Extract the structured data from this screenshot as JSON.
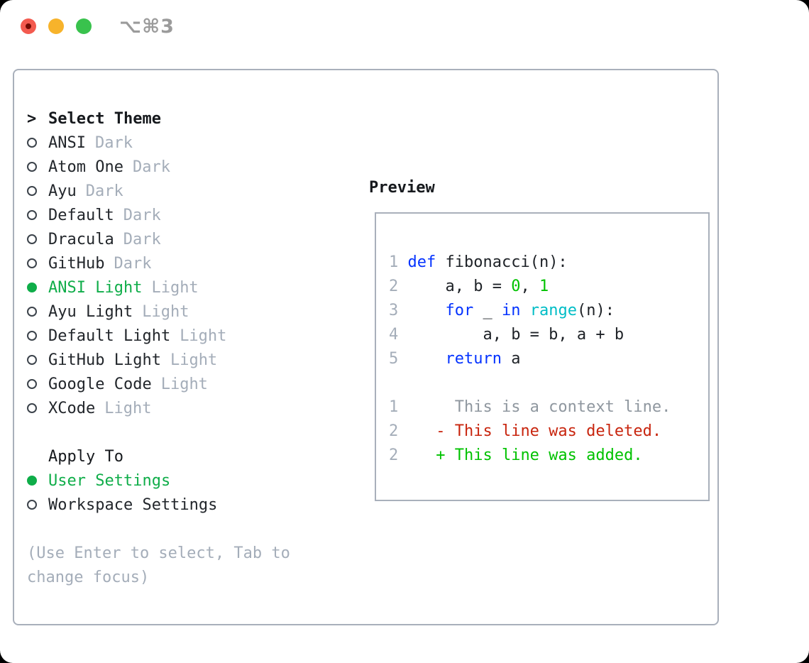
{
  "window": {
    "title": "⌥⌘3"
  },
  "titlebar": {
    "buttons": [
      {
        "name": "close",
        "color": "#f35a4f",
        "dot": "#730b04"
      },
      {
        "name": "minimize",
        "color": "#f7b32b"
      },
      {
        "name": "zoom",
        "color": "#39c24d"
      }
    ]
  },
  "left_pane": {
    "header": {
      "prompt": ">",
      "label": "Select Theme"
    },
    "themes": [
      {
        "name": "ANSI",
        "variant": "Dark",
        "selected": false
      },
      {
        "name": "Atom One",
        "variant": "Dark",
        "selected": false
      },
      {
        "name": "Ayu",
        "variant": "Dark",
        "selected": false
      },
      {
        "name": "Default",
        "variant": "Dark",
        "selected": false
      },
      {
        "name": "Dracula",
        "variant": "Dark",
        "selected": false
      },
      {
        "name": "GitHub",
        "variant": "Dark",
        "selected": false
      },
      {
        "name": "ANSI Light",
        "variant": "Light",
        "selected": true
      },
      {
        "name": "Ayu Light",
        "variant": "Light",
        "selected": false
      },
      {
        "name": "Default Light",
        "variant": "Light",
        "selected": false
      },
      {
        "name": "GitHub Light",
        "variant": "Light",
        "selected": false
      },
      {
        "name": "Google Code",
        "variant": "Light",
        "selected": false
      },
      {
        "name": "XCode",
        "variant": "Light",
        "selected": false
      }
    ],
    "apply_to": {
      "label": "Apply To",
      "options": [
        {
          "name": "User Settings",
          "selected": true
        },
        {
          "name": "Workspace Settings",
          "selected": false
        }
      ]
    },
    "help_lines": [
      "(Use Enter to select, Tab to",
      "change focus)"
    ]
  },
  "preview": {
    "label": "Preview",
    "code_lines": [
      [
        {
          "c": "num",
          "t": "1 "
        },
        {
          "c": "kw",
          "t": "def"
        },
        {
          "c": "plain",
          "t": " fibonacci(n):"
        }
      ],
      [
        {
          "c": "num",
          "t": "2 "
        },
        {
          "c": "plain",
          "t": "    a, b = "
        },
        {
          "c": "grn",
          "t": "0"
        },
        {
          "c": "plain",
          "t": ", "
        },
        {
          "c": "grn",
          "t": "1"
        }
      ],
      [
        {
          "c": "num",
          "t": "3 "
        },
        {
          "c": "plain",
          "t": "    "
        },
        {
          "c": "kw",
          "t": "for"
        },
        {
          "c": "plain",
          "t": " _ "
        },
        {
          "c": "kw",
          "t": "in"
        },
        {
          "c": "plain",
          "t": " "
        },
        {
          "c": "cyn",
          "t": "range"
        },
        {
          "c": "plain",
          "t": "(n):"
        }
      ],
      [
        {
          "c": "num",
          "t": "4 "
        },
        {
          "c": "plain",
          "t": "        a, b = b, a + b"
        }
      ],
      [
        {
          "c": "num",
          "t": "5 "
        },
        {
          "c": "plain",
          "t": "    "
        },
        {
          "c": "kw",
          "t": "return"
        },
        {
          "c": "plain",
          "t": " a"
        }
      ],
      [],
      [
        {
          "c": "num",
          "t": "1 "
        },
        {
          "c": "ctx",
          "t": "     This is a context line."
        }
      ],
      [
        {
          "c": "num",
          "t": "2 "
        },
        {
          "c": "del",
          "t": "   - This line was deleted."
        }
      ],
      [
        {
          "c": "num",
          "t": "2 "
        },
        {
          "c": "add",
          "t": "   + This line was added."
        }
      ]
    ]
  },
  "colors": {
    "text": "#22262b",
    "muted": "#a4adb9",
    "ui_green": "#0fad49",
    "title_gray": "#9b9b9b",
    "border_gray": "#a9b0bb",
    "num": "#a4adb9",
    "kw": "#0433ff",
    "plain": "#1e2227",
    "grn": "#00c200",
    "cyn": "#00bdc6",
    "ctx": "#8f979f",
    "del": "#c8250e",
    "add": "#00c200"
  }
}
